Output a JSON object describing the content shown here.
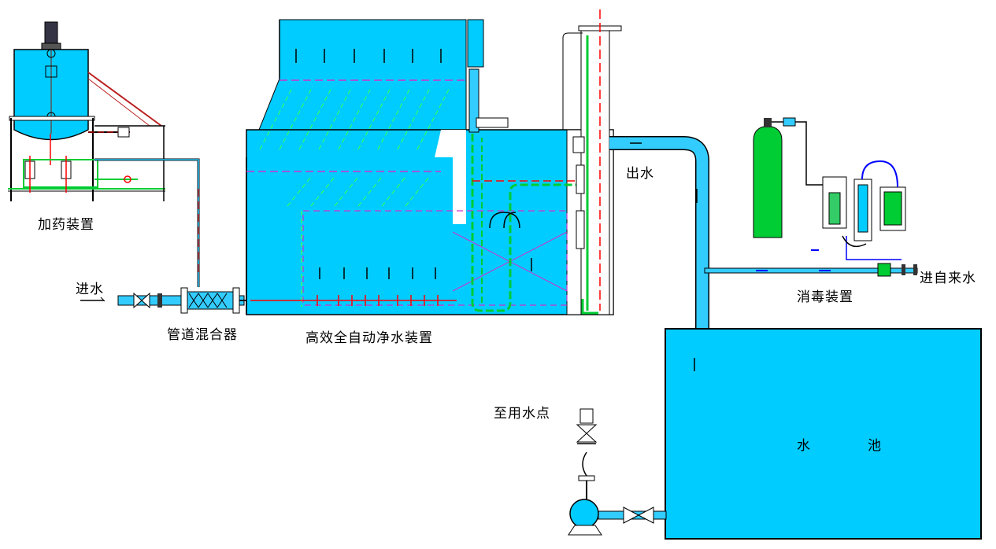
{
  "labels": {
    "dosing_device": "加药装置",
    "water_inlet": "进水",
    "pipe_mixer": "管道混合器",
    "purifier": "高效全自动净水装置",
    "water_outlet": "出水",
    "disinfection_device": "消毒装置",
    "tap_water_inlet": "进自来水",
    "pool_left": "水",
    "pool_right": "池",
    "to_use_point": "至用水点"
  },
  "colors": {
    "water": "#00CCFF",
    "pipe_fill": "#33CCFF",
    "pipe_outline": "#000000",
    "red_line": "#FF0000",
    "green_line": "#00CC33",
    "magenta_line": "#CC33CC",
    "cylinder": "#00CC33",
    "background": "#FFFFFF"
  }
}
